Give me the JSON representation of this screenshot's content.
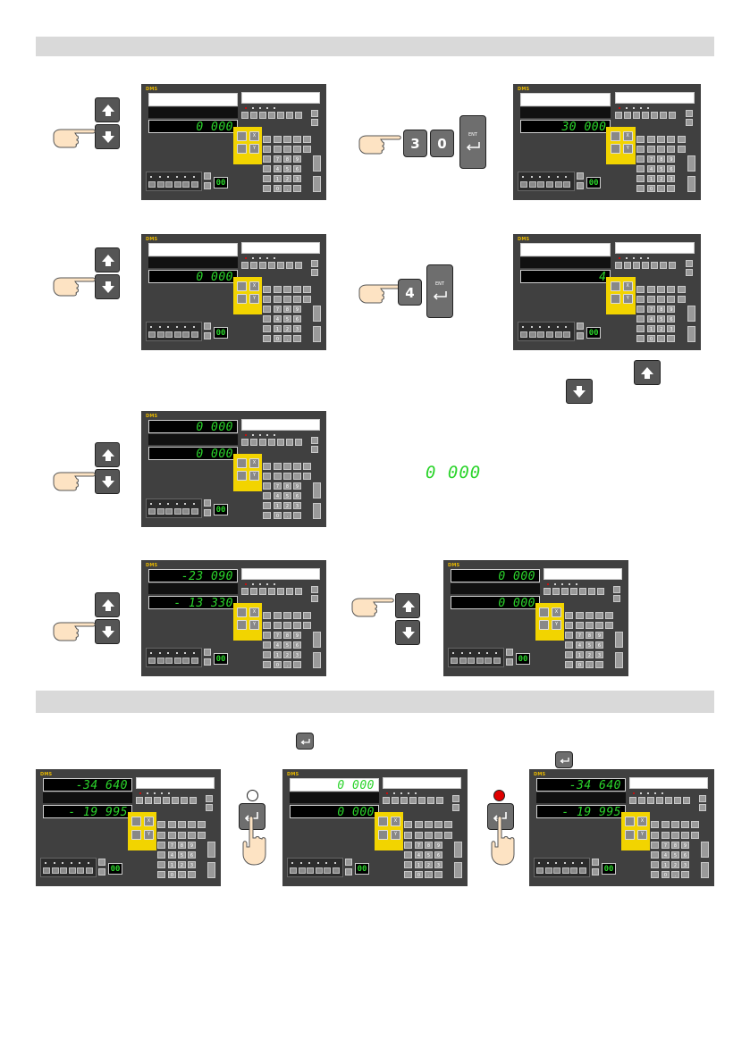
{
  "brand": "DMS",
  "panels": [
    {
      "id": "p1",
      "l1": "",
      "l2": "0 000",
      "l1type": "white"
    },
    {
      "id": "p2",
      "l1": "",
      "l2": "30 000",
      "l1type": "white"
    },
    {
      "id": "p3",
      "l1": "",
      "l2": "0 000",
      "l1type": "white"
    },
    {
      "id": "p4",
      "l1": "",
      "l2": "4",
      "l1type": "white"
    },
    {
      "id": "p5",
      "l1": "0 000",
      "l2": "0 000",
      "l1type": "lcd"
    },
    {
      "id": "p6",
      "l1": "-23 090",
      "l2": "- 13 330",
      "l1type": "lcd"
    },
    {
      "id": "p7",
      "l1": "0 000",
      "l2": "0 000",
      "l1type": "lcd"
    },
    {
      "id": "p8",
      "l1": "-34 640",
      "l2": "- 19 995",
      "l1type": "lcd"
    },
    {
      "id": "p9",
      "l1": "0 000",
      "l2": "0 000",
      "l1type": "white"
    },
    {
      "id": "p10",
      "l1": "-34 640",
      "l2": "- 19 995",
      "l1type": "lcd"
    }
  ],
  "key_labels": {
    "three": "3",
    "zero": "0",
    "four": "4",
    "enter": "ENT",
    "x": "X",
    "y": "Y",
    "small_display": "00"
  },
  "mid_readout": "0 000",
  "digits": [
    "7",
    "8",
    "9",
    "4",
    "5",
    "6",
    "1",
    "2",
    "3",
    "0",
    "."
  ],
  "colors": {
    "accent": "#f2d400",
    "display": "#2bd42b",
    "panel": "#404040",
    "indicator_on": "#e00000"
  }
}
